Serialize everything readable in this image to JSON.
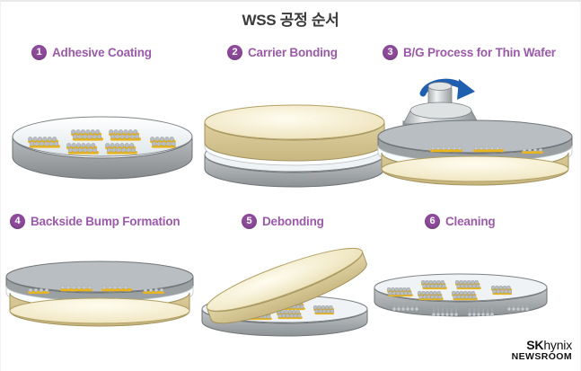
{
  "page": {
    "title": "WSS 공정 순서",
    "background_color": "#ffffff",
    "accent_color": "#9a5aa8",
    "badge_color": "#8e4b9b",
    "arrow_color": "#1f5fb0"
  },
  "steps": [
    {
      "number": "1",
      "label": "Adhesive Coating",
      "art": "wafer-with-bumps"
    },
    {
      "number": "2",
      "label": "Carrier Bonding",
      "art": "wafer-bonded-to-carrier"
    },
    {
      "number": "3",
      "label": "B/G Process for Thin Wafer",
      "art": "grinder-on-flipped-stack"
    },
    {
      "number": "4",
      "label": "Backside Bump Formation",
      "art": "flipped-stack-backside-bumps"
    },
    {
      "number": "5",
      "label": "Debonding",
      "art": "carrier-lifting-off-wafer"
    },
    {
      "number": "6",
      "label": "Cleaning",
      "art": "wafer-bumps-both-sides"
    }
  ],
  "logo": {
    "brand_bold": "SK",
    "brand_thin": "hynix",
    "sub": "NEWSROOM"
  },
  "colors": {
    "wafer_gray_top": "#eef2f4",
    "wafer_gray_side": "#909497",
    "carrier_tan_top": "#fdf6dc",
    "carrier_tan_side": "#cfc08a",
    "bump_sphere": "#b9bec2",
    "bump_base": "#e8b51f",
    "grinder_metal": "#d6d9da"
  }
}
